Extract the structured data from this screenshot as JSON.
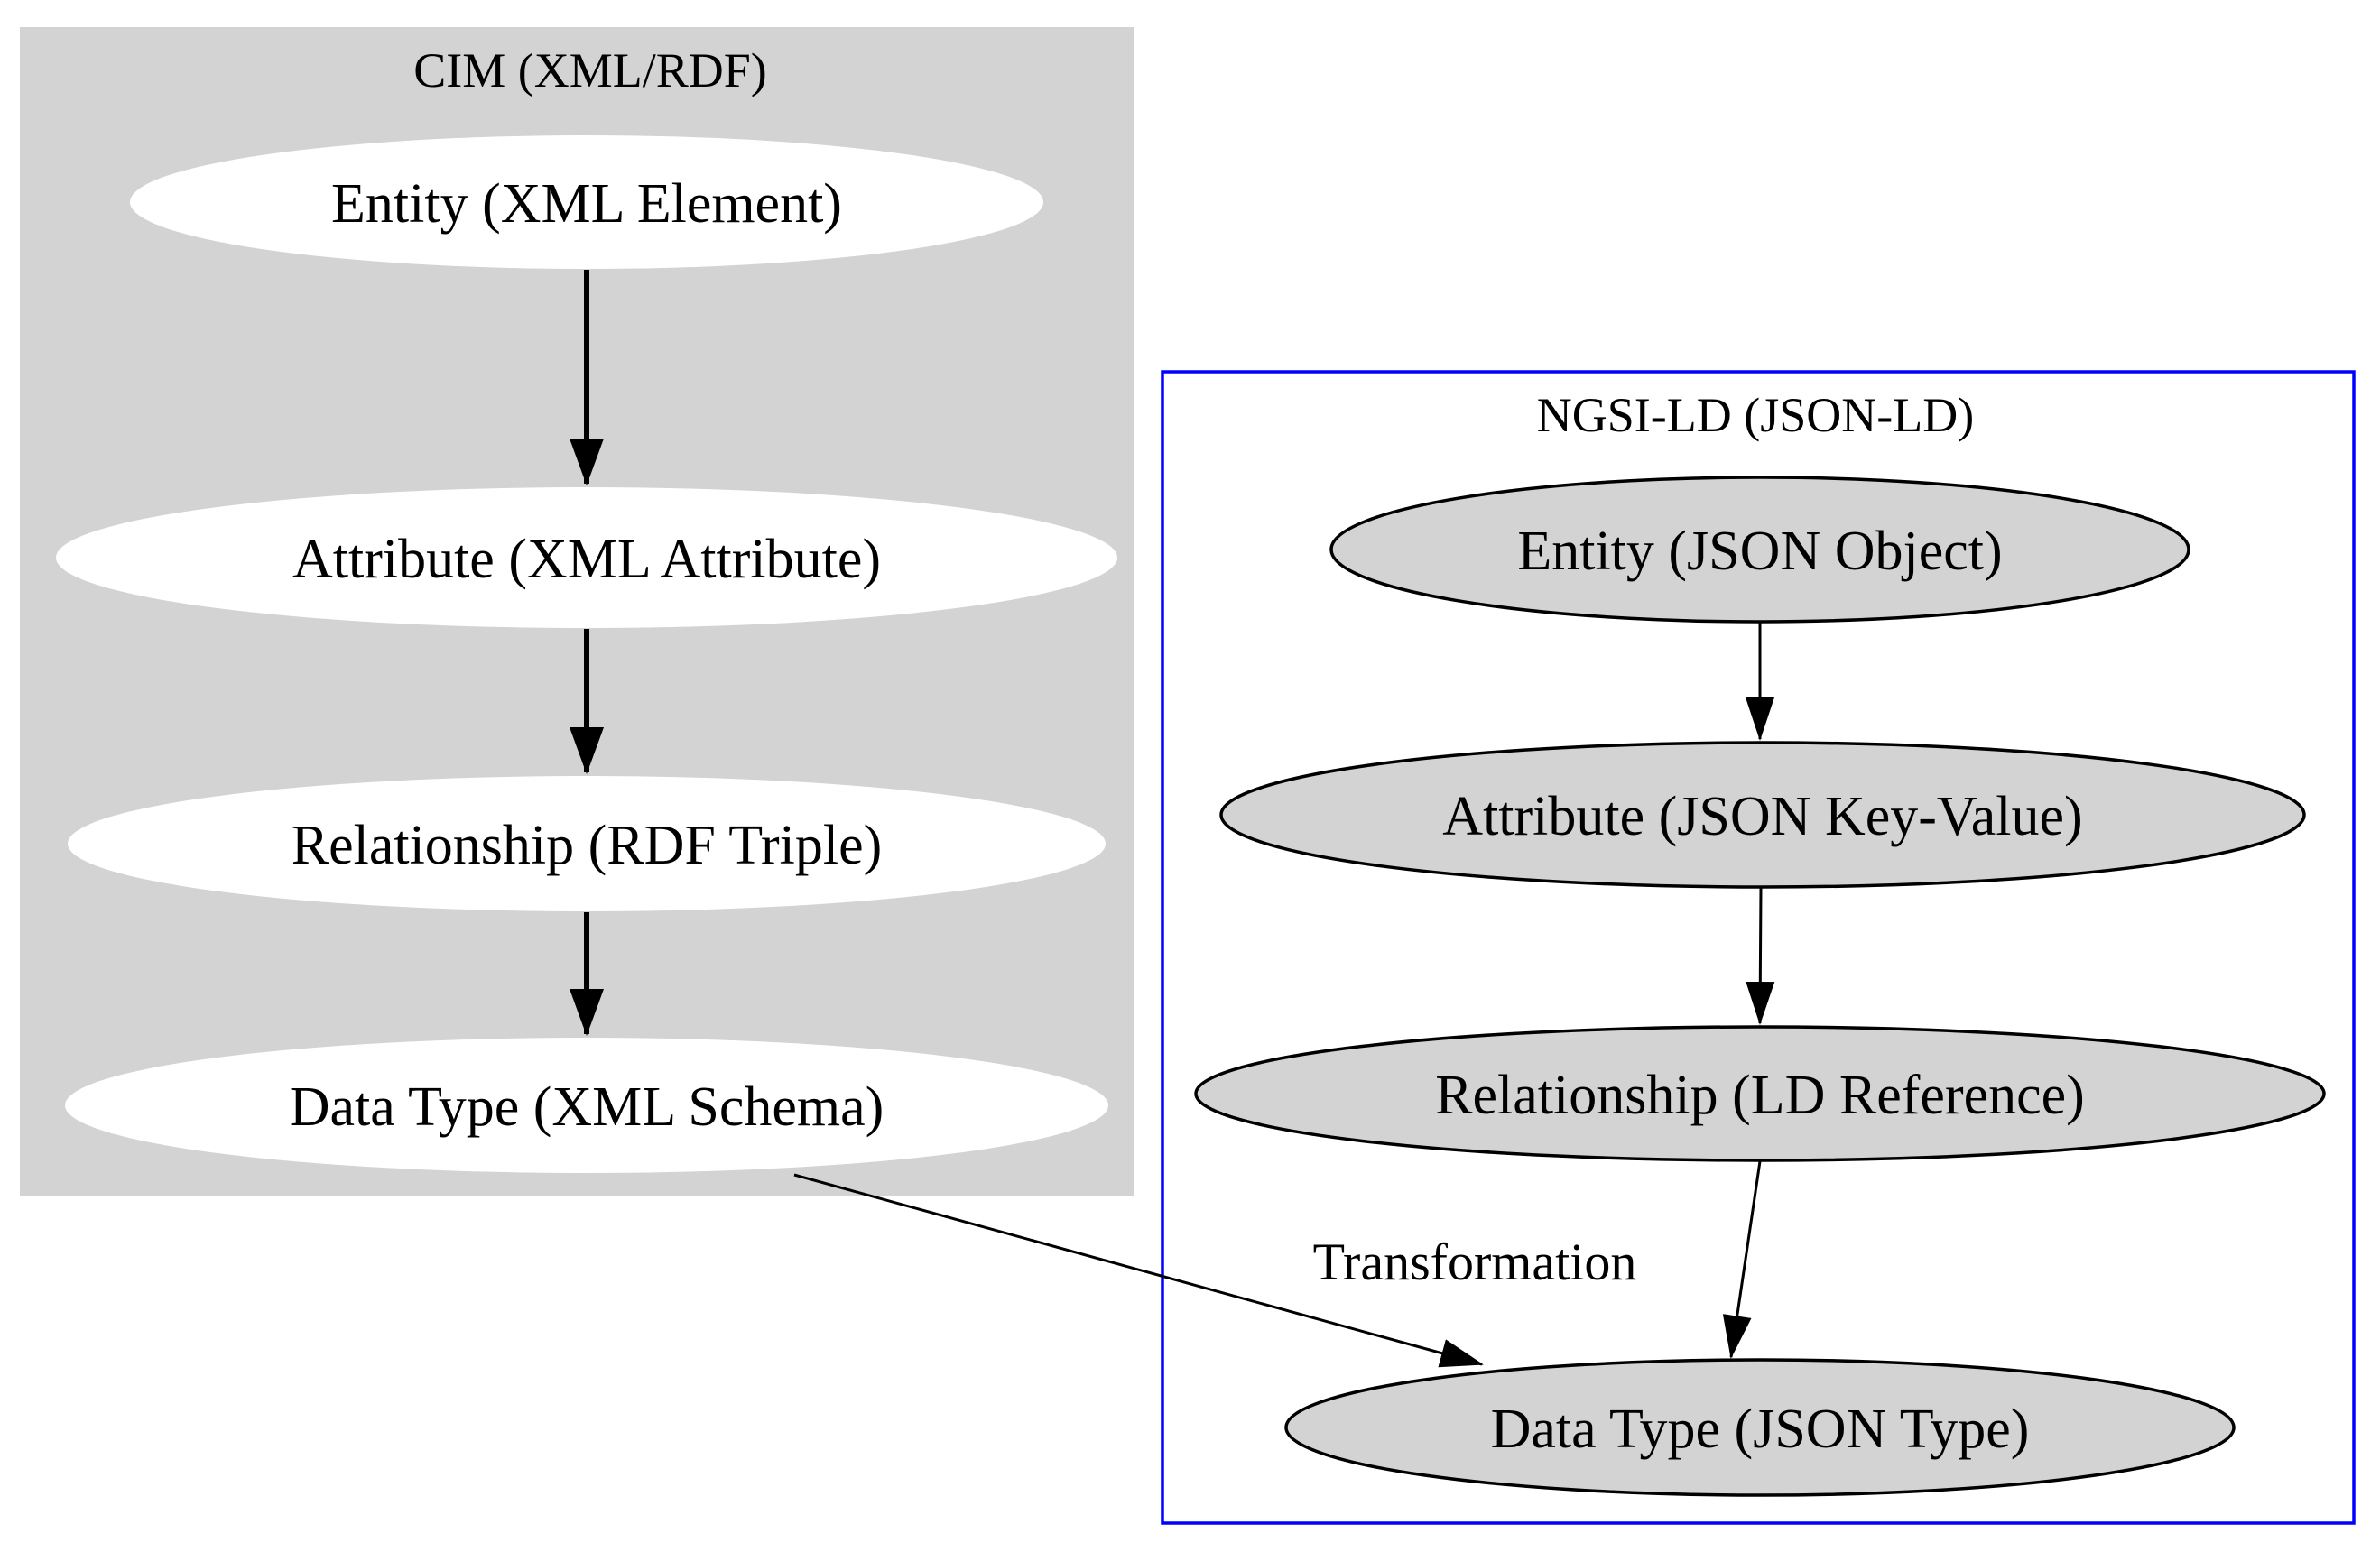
{
  "diagram": {
    "type": "graph",
    "clusters": [
      {
        "id": "cim",
        "title": "CIM (XML/RDF)",
        "background_color": "#d3d3d3",
        "border_color": "none",
        "node_fill_color": "#ffffff",
        "nodes": [
          {
            "label": "Entity (XML Element)"
          },
          {
            "label": "Attribute (XML Attribute)"
          },
          {
            "label": "Relationship (RDF Triple)"
          },
          {
            "label": "Data Type (XML Schema)"
          }
        ],
        "edges": [
          {
            "from": "Entity (XML Element)",
            "to": "Attribute (XML Attribute)"
          },
          {
            "from": "Attribute (XML Attribute)",
            "to": "Relationship (RDF Triple)"
          },
          {
            "from": "Relationship (RDF Triple)",
            "to": "Data Type (XML Schema)"
          }
        ]
      },
      {
        "id": "ngsi-ld",
        "title": "NGSI-LD (JSON-LD)",
        "background_color": "#ffffff",
        "border_color": "#0000ff",
        "node_fill_color": "#d3d3d3",
        "node_border_color": "#000000",
        "nodes": [
          {
            "label": "Entity (JSON Object)"
          },
          {
            "label": "Attribute (JSON Key-Value)"
          },
          {
            "label": "Relationship (LD Reference)"
          },
          {
            "label": "Data Type (JSON Type)"
          }
        ],
        "edges": [
          {
            "from": "Entity (JSON Object)",
            "to": "Attribute (JSON Key-Value)"
          },
          {
            "from": "Attribute (JSON Key-Value)",
            "to": "Relationship (LD Reference)"
          },
          {
            "from": "Relationship (LD Reference)",
            "to": "Data Type (JSON Type)"
          }
        ]
      }
    ],
    "cross_cluster_edge": {
      "label": "Transformation",
      "from": "Data Type (XML Schema)",
      "to": "Data Type (JSON Type)"
    },
    "edge_color": "#000000",
    "text_color": "#000000"
  }
}
